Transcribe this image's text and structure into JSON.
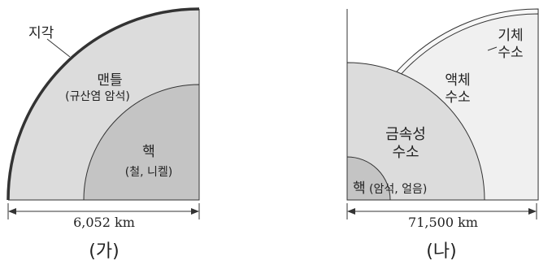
{
  "panel_a": {
    "crust_label": "지각",
    "mantle_label": "맨틀",
    "mantle_sub": "(규산염 암석)",
    "core_label": "핵",
    "core_sub": "(철, 니켈)",
    "radius_label": "6,052 km",
    "caption": "(가)"
  },
  "panel_b": {
    "gas_label_1": "기체",
    "gas_label_2": "수소",
    "liquid_label_1": "액체",
    "liquid_label_2": "수소",
    "metallic_label_1": "금속성",
    "metallic_label_2": "수소",
    "core_label": "핵",
    "core_sub": "(암석, 얼음)",
    "radius_label": "71,500 km",
    "caption": "(나)"
  },
  "colors": {
    "mantle": "#dcdcdc",
    "core_a": "#c4c4c4",
    "crust": "#333333",
    "gas": "#f7f7f7",
    "liquid": "#f0f0f0",
    "metallic": "#dcdcdc",
    "core_b": "#c4c4c4"
  }
}
